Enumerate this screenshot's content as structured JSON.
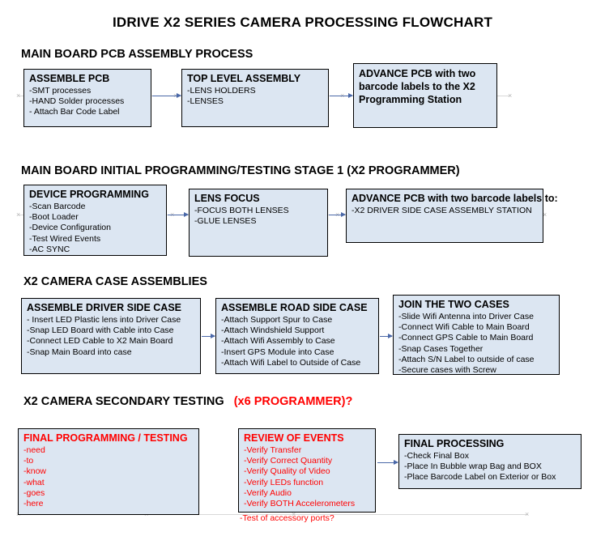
{
  "title": "IDRIVE X2  SERIES CAMERA PROCESSING FLOWCHART",
  "sections": [
    {
      "id": "main-board-pcb-assembly-process",
      "heading": "MAIN BOARD PCB ASSEMBLY PROCESS",
      "heading_red": "",
      "boxes": [
        {
          "title": "ASSEMBLE PCB",
          "title_red": false,
          "lines": [
            "-SMT processes",
            "-HAND Solder processes",
            "- Attach Bar Code Label"
          ],
          "lines_red": false
        },
        {
          "title": "TOP LEVEL ASSEMBLY",
          "title_red": false,
          "lines": [
            "-LENS HOLDERS",
            "-LENSES"
          ],
          "lines_red": false
        },
        {
          "title": "ADVANCE PCB with two barcode labels to the X2 Programming Station",
          "title_red": false,
          "lines": [],
          "lines_red": false
        }
      ]
    },
    {
      "id": "main-board-initial-programming",
      "heading": "MAIN BOARD INITIAL PROGRAMMING/TESTING STAGE 1 (X2 PROGRAMMER)",
      "heading_red": "",
      "boxes": [
        {
          "title": "DEVICE PROGRAMMING",
          "title_red": false,
          "lines": [
            "-Scan Barcode",
            "-Boot Loader",
            "-Device Configuration",
            "-Test Wired Events",
            "-AC SYNC"
          ],
          "lines_red": false
        },
        {
          "title": "LENS FOCUS",
          "title_red": false,
          "lines": [
            "-FOCUS BOTH LENSES",
            "-GLUE LENSES"
          ],
          "lines_red": false
        },
        {
          "title": "ADVANCE PCB with two barcode labels to:",
          "title_red": false,
          "lines": [
            "-X2 DRIVER  SIDE  CASE  ASSEMBLY STATION"
          ],
          "lines_red": false
        }
      ]
    },
    {
      "id": "x2-camera-case-assemblies",
      "heading": "X2 CAMERA CASE ASSEMBLIES",
      "heading_red": "",
      "boxes": [
        {
          "title": "ASSEMBLE DRIVER SIDE CASE",
          "title_red": false,
          "lines": [
            "- Insert LED Plastic lens into Driver Case",
            "-Snap LED Board with Cable into Case",
            "-Connect LED Cable to X2 Main Board",
            "-Snap Main Board into case"
          ],
          "lines_red": false
        },
        {
          "title": "ASSEMBLE ROAD SIDE CASE",
          "title_red": false,
          "lines": [
            "-Attach Support Spur to Case",
            "-Attach Windshield Support",
            "-Attach Wifi Assembly to Case",
            "-Insert GPS Module into Case",
            "-Attach Wifi Label to Outside of Case"
          ],
          "lines_red": false
        },
        {
          "title": "JOIN THE TWO CASES",
          "title_red": false,
          "lines": [
            "-Slide Wifi Antenna into Driver Case",
            "-Connect Wifi Cable to Main Board",
            "-Connect GPS Cable to Main Board",
            "-Snap Cases Together",
            "-Attach S/N Label to outside of case",
            "-Secure cases with Screw"
          ],
          "lines_red": false
        }
      ]
    },
    {
      "id": "x2-camera-secondary-testing",
      "heading": "X2 CAMERA SECONDARY TESTING",
      "heading_red": "(x6 PROGRAMMER)?",
      "boxes": [
        {
          "title": "FINAL PROGRAMMING / TESTING",
          "title_red": true,
          "lines": [
            "-need",
            "-to",
            "-know",
            "-what",
            "-goes",
            "-here"
          ],
          "lines_red": true
        },
        {
          "title": "REVIEW OF EVENTS",
          "title_red": true,
          "lines": [
            "-Verify Transfer",
            "-Verify Correct Quantity",
            "-Verify Quality of Video",
            "-Verify LEDs function",
            "-Verify Audio",
            "-Verify BOTH Accelerometers",
            "-Test of accessory ports?"
          ],
          "lines_red": true
        },
        {
          "title": "FINAL PROCESSING",
          "title_red": false,
          "lines": [
            "-Check Final Box",
            "-Place In Bubble wrap Bag and BOX",
            "-Place Barcode Label on Exterior or Box"
          ],
          "lines_red": false
        }
      ]
    }
  ],
  "colors": {
    "box_fill": "#dce6f2",
    "box_border": "#000000",
    "arrow": "#4a68a8",
    "accent_red": "#ff0000"
  }
}
